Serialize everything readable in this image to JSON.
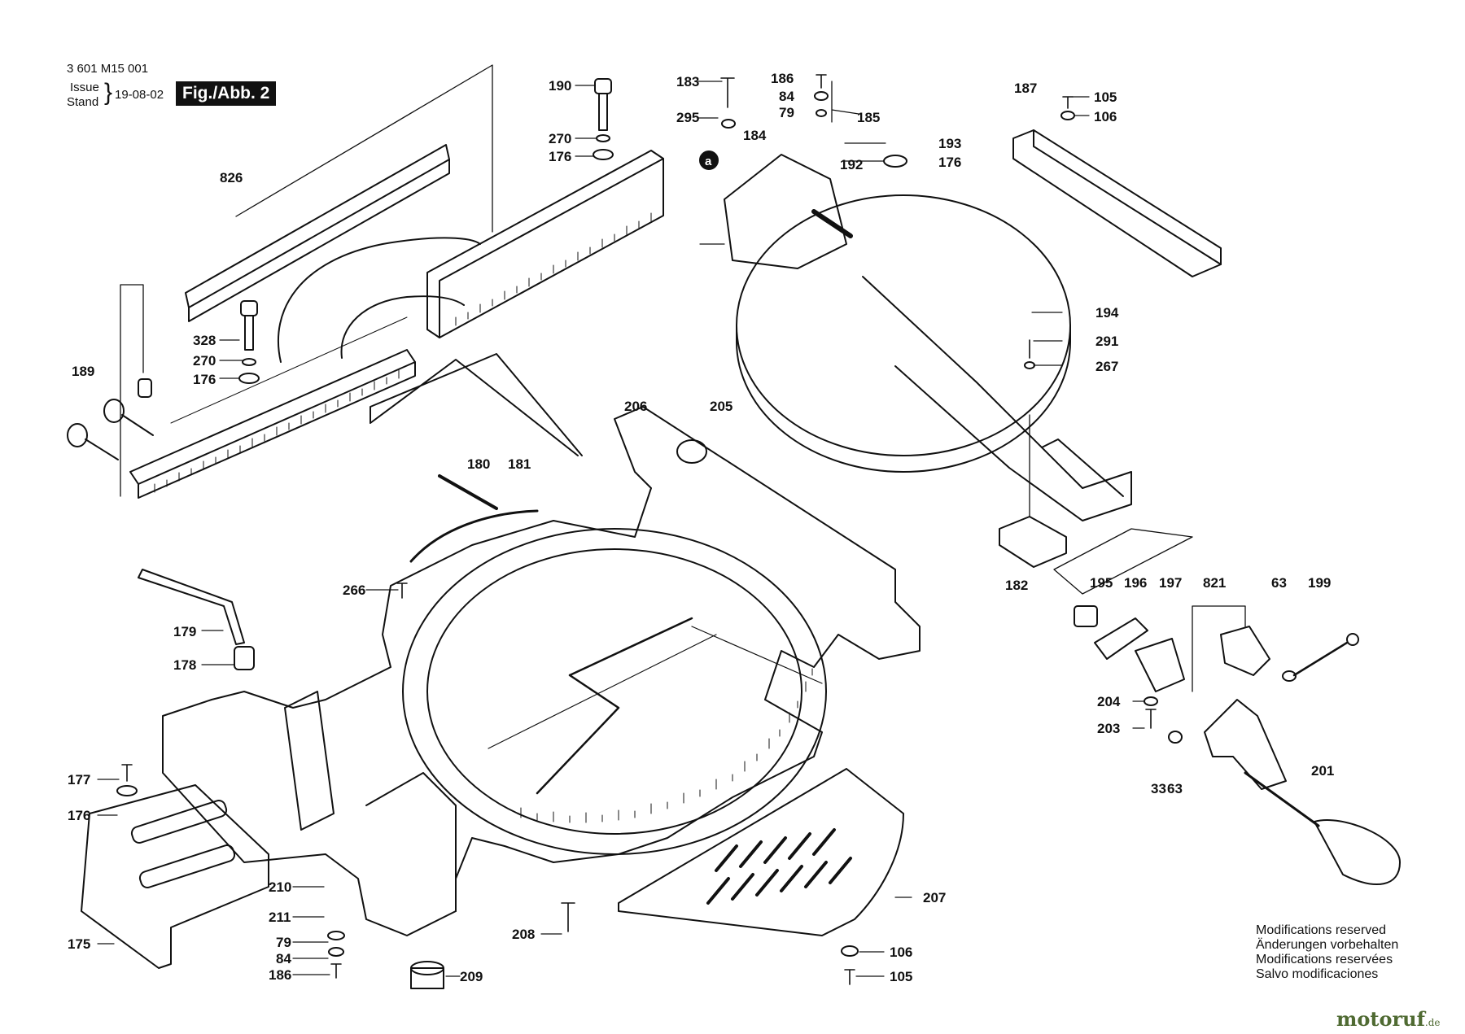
{
  "header": {
    "doc_number": "3 601 M15 001",
    "issue": "Issue",
    "stand": "Stand",
    "date": "19-08-02",
    "figure": "Fig./Abb. 2"
  },
  "labels": {
    "l826": "826",
    "l190": "190",
    "l270a": "270",
    "l176a": "176",
    "l183": "183",
    "l295": "295",
    "l186a": "186",
    "l84a": "84",
    "l79a": "79",
    "l185": "185",
    "l184": "184",
    "l192": "192",
    "l193": "193",
    "l176b": "176",
    "l187": "187",
    "l105a": "105",
    "l106a": "106",
    "l194": "194",
    "l291": "291",
    "l267": "267",
    "l328": "328",
    "l270b": "270",
    "l176c": "176",
    "l189": "189",
    "l206": "206",
    "l205": "205",
    "l180": "180",
    "l181": "181",
    "l182": "182",
    "l266": "266",
    "l179": "179",
    "l178": "178",
    "l195": "195",
    "l196": "196",
    "l197": "197",
    "l821": "821",
    "l63a": "63",
    "l199": "199",
    "l204": "204",
    "l203": "203",
    "l33": "33",
    "l63b": "63",
    "l201": "201",
    "l177": "177",
    "l176d": "176",
    "l175": "175",
    "l210": "210",
    "l211": "211",
    "l79b": "79",
    "l84b": "84",
    "l186b": "186",
    "l208": "208",
    "l209": "209",
    "l207": "207",
    "l106b": "106",
    "l105b": "105",
    "callout_a": "a"
  },
  "modifications": [
    "Modifications reserved",
    "Änderungen vorbehalten",
    "Modifications reservées",
    "Salvo modificaciones"
  ],
  "watermark": {
    "main": "motoruf",
    "suffix": ".de",
    "color": "#4f6a32"
  }
}
